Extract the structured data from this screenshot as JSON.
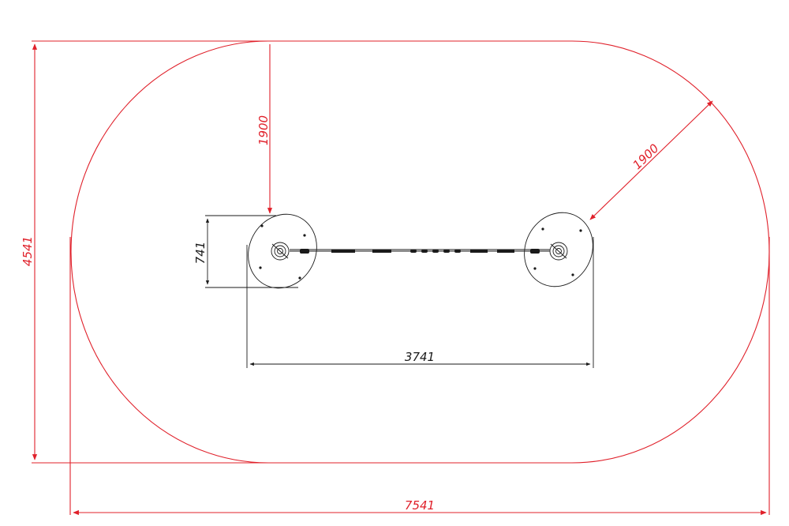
{
  "colors": {
    "safety_zone": "#e0202a",
    "dimension_red": "#e0202a",
    "dimension_black": "#1a1a1a",
    "equipment": "#1a1a1a",
    "background": "#ffffff"
  },
  "dimensions": {
    "overall_height": "4541",
    "overall_width": "7541",
    "radius_left": "1900",
    "radius_right": "1900",
    "base_depth": "741",
    "post_spacing": "3741"
  }
}
